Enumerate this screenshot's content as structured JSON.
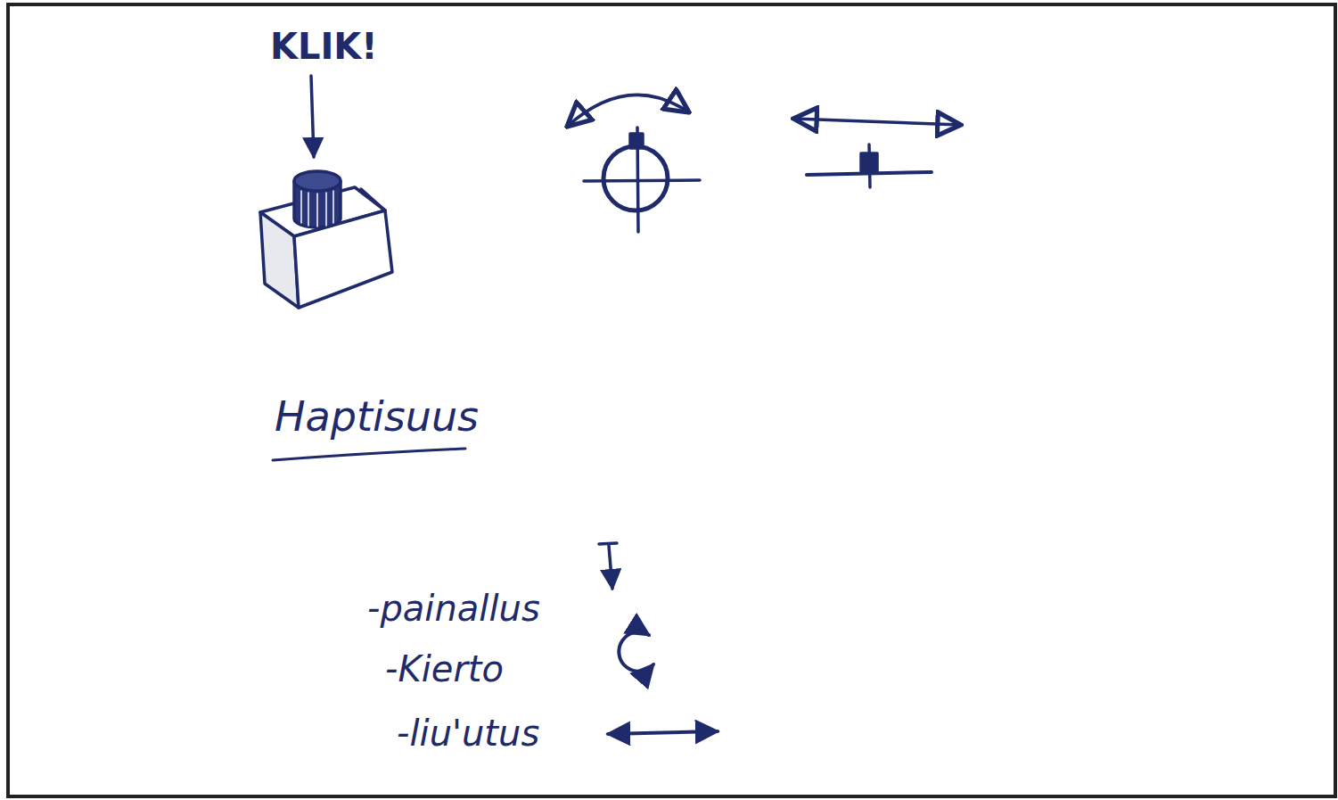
{
  "diagram": {
    "labels": [
      "KLIK!",
      "Haptisuus",
      "-painallus",
      "-Kierto",
      "-liu'utus"
    ]
  }
}
